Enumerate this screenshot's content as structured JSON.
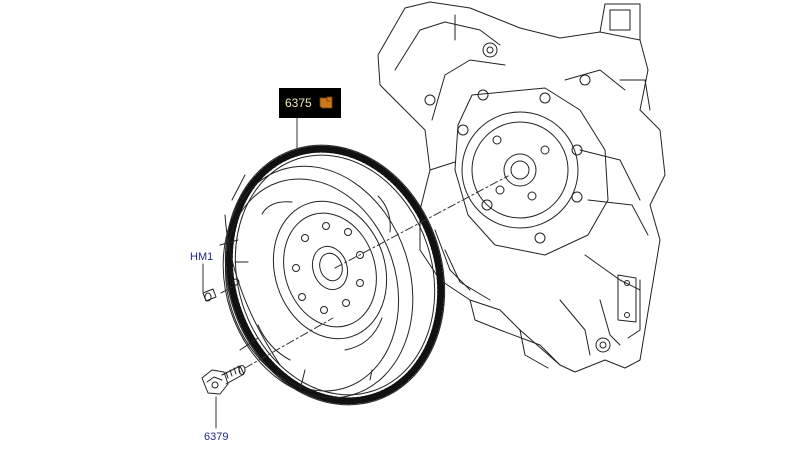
{
  "callouts": {
    "flywheel": {
      "part_number": "6375",
      "icon": "document-icon",
      "box_color": "#000000",
      "text_color": "#f3e9b0",
      "icon_color": "#c9781a"
    },
    "dowel_pin": {
      "part_number": "HM1",
      "text_color": "#1f2a8a"
    },
    "bolt": {
      "part_number": "6379",
      "text_color": "#1f2a8a"
    }
  }
}
